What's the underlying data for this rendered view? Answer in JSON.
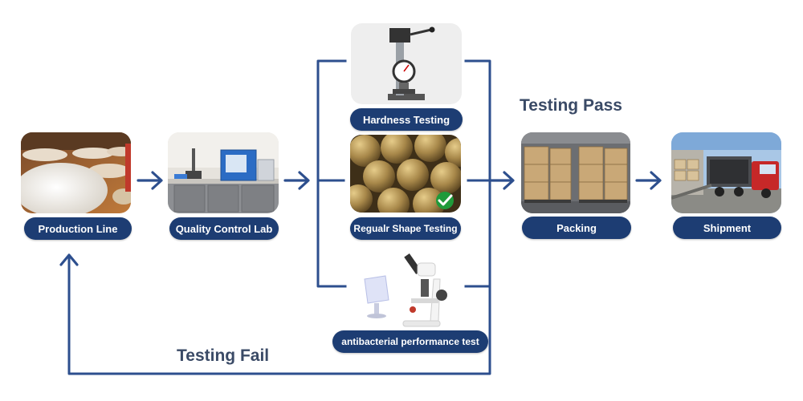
{
  "colors": {
    "accent": "#1d3d73",
    "line": "#2d4f8e",
    "caption": "#3a4a66"
  },
  "steps": {
    "production": {
      "label": "Production Line"
    },
    "qc": {
      "label": "Quality Control Lab"
    },
    "hardness": {
      "label": "Hardness Testing"
    },
    "shape": {
      "label": "Regualr Shape Testing"
    },
    "antibacterial": {
      "label": "antibacterial performance test"
    },
    "packing": {
      "label": "Packing"
    },
    "shipment": {
      "label": "Shipment"
    }
  },
  "captions": {
    "pass": "Testing Pass",
    "fail": "Testing Fail"
  }
}
